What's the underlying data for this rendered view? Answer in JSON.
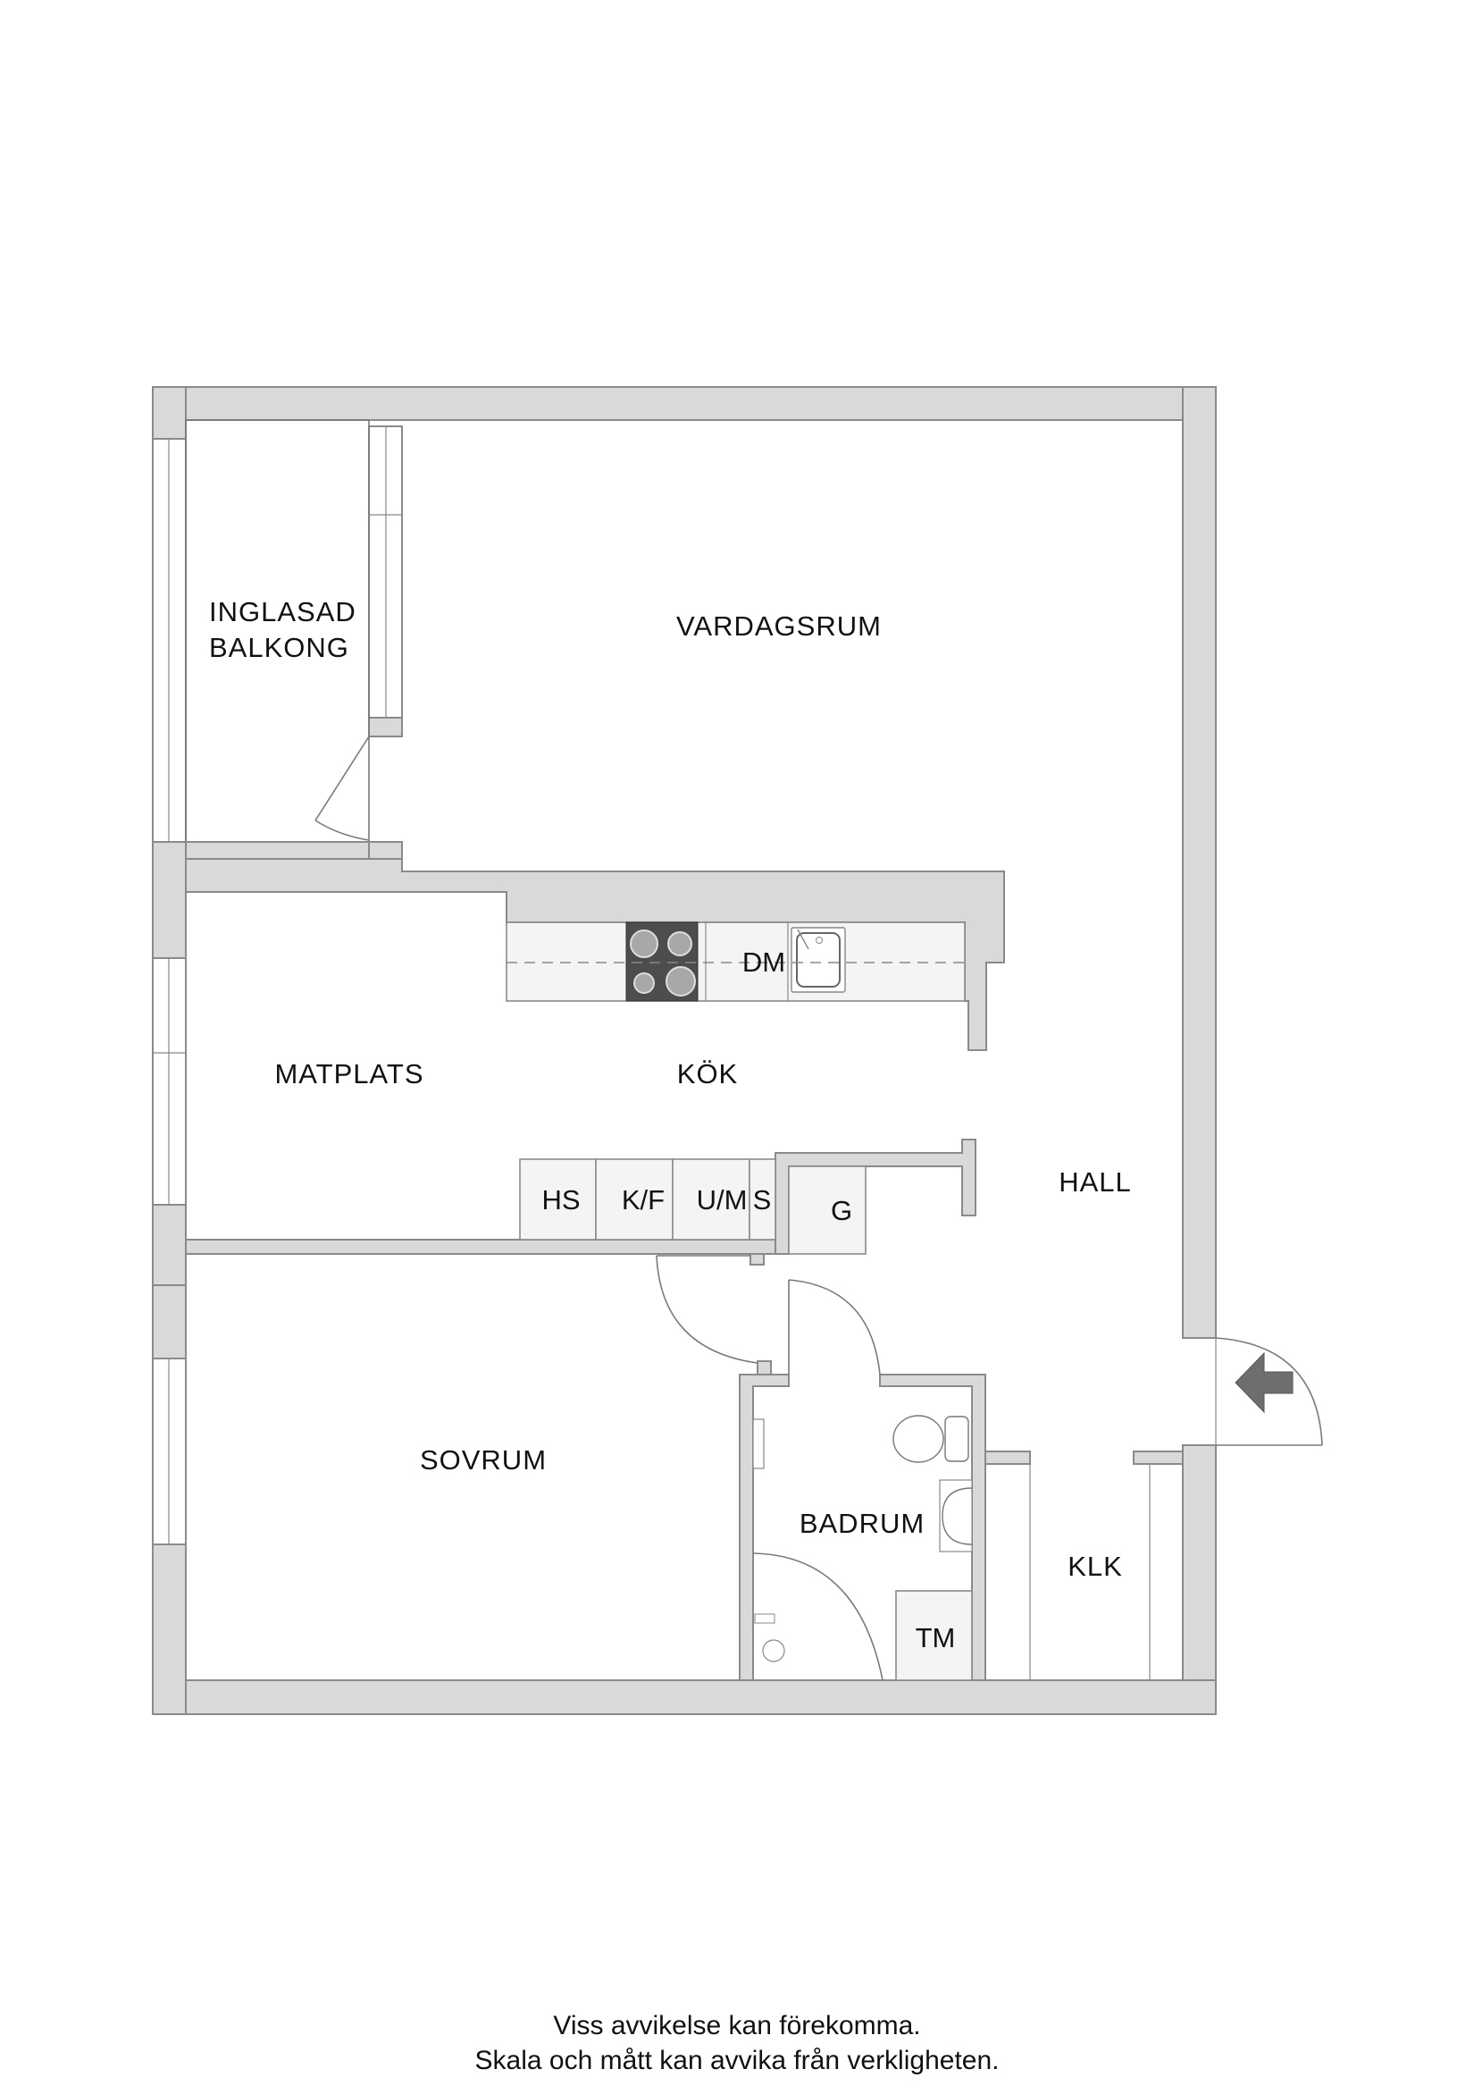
{
  "floorplan": {
    "rooms": [
      {
        "id": "inglasad-balkong",
        "label_line1": "INGLASAD",
        "label_line2": "BALKONG"
      },
      {
        "id": "vardagsrum",
        "label": "VARDAGSRUM"
      },
      {
        "id": "matplats",
        "label": "MATPLATS"
      },
      {
        "id": "kok",
        "label": "KÖK"
      },
      {
        "id": "hall",
        "label": "HALL"
      },
      {
        "id": "sovrum",
        "label": "SOVRUM"
      },
      {
        "id": "badrum",
        "label": "BADRUM"
      },
      {
        "id": "klk",
        "label": "KLK"
      }
    ],
    "fixtures": {
      "dishwasher": "DM",
      "oven_cabinet": "HS",
      "fridge_freezer": "K/F",
      "microwave_oven": "U/M",
      "cabinet": "S",
      "wardrobe": "G",
      "washing_machine": "TM"
    },
    "colors": {
      "wall": "#d9d9d9",
      "wall_stroke": "#8a8a8a",
      "stove": "#4d4d4d",
      "arrow": "#6e6e6e",
      "counter": "#f4f4f4"
    },
    "entrance_icon": "arrow-left-icon"
  },
  "footer": {
    "line1": "Viss avvikelse kan förekomma.",
    "line2": "Skala och mått kan avvika från verkligheten."
  }
}
